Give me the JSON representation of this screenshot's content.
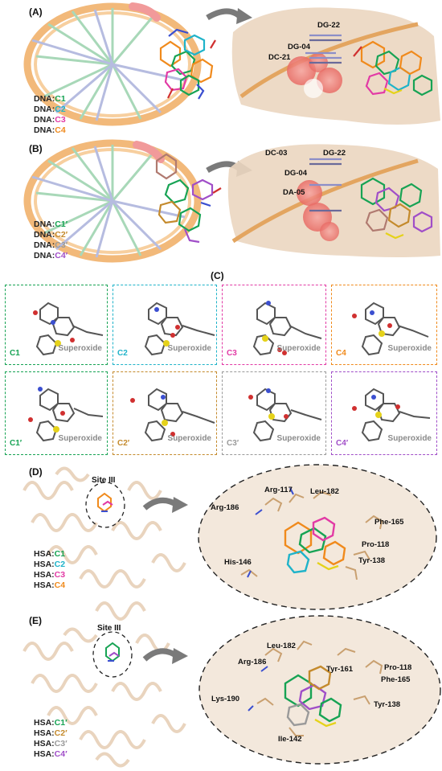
{
  "colors": {
    "C1": "#17a354",
    "C2": "#1fb3c9",
    "C3": "#e23aa5",
    "C4": "#f08a1c",
    "C1p": "#17a354",
    "C2p": "#c48a2c",
    "C3p": "#9a9a9a",
    "C4p": "#a04ec8",
    "dna_backbone": "#f2b97a",
    "protein": "#e8d2bb"
  },
  "panelA": {
    "label": "(A)",
    "residues": [
      "DG-22",
      "DG-04",
      "DC-21"
    ],
    "legend": [
      {
        "prefix": "DNA:",
        "name": "C1"
      },
      {
        "prefix": "DNA:",
        "name": "C2"
      },
      {
        "prefix": "DNA:",
        "name": "C3"
      },
      {
        "prefix": "DNA:",
        "name": "C4"
      }
    ]
  },
  "panelB": {
    "label": "(B)",
    "residues": [
      "DC-03",
      "DG-22",
      "DG-04",
      "DA-05"
    ],
    "legend": [
      {
        "prefix": "DNA:",
        "name": "C1′"
      },
      {
        "prefix": "DNA:",
        "name": "C2′"
      },
      {
        "prefix": "DNA:",
        "name": "C3′"
      },
      {
        "prefix": "DNA:",
        "name": "C4′"
      }
    ]
  },
  "panelC": {
    "label": "(C)",
    "superoxide": "Superoxide",
    "boxes": [
      "C1",
      "C2",
      "C3",
      "C4",
      "C1′",
      "C2′",
      "C3′",
      "C4′"
    ]
  },
  "panelD": {
    "label": "(D)",
    "site": "Site III",
    "residues": [
      "Arg-117",
      "Leu-182",
      "Arg-186",
      "Phe-165",
      "Pro-118",
      "Tyr-138",
      "His-146"
    ],
    "legend": [
      {
        "prefix": "HSA:",
        "name": "C1"
      },
      {
        "prefix": "HSA:",
        "name": "C2"
      },
      {
        "prefix": "HSA:",
        "name": "C3"
      },
      {
        "prefix": "HSA:",
        "name": "C4"
      }
    ]
  },
  "panelE": {
    "label": "(E)",
    "site": "Site III",
    "residues": [
      "Leu-182",
      "Arg-186",
      "Tyr-161",
      "Pro-118",
      "Phe-165",
      "Lys-190",
      "Tyr-138",
      "Ile-142"
    ],
    "legend": [
      {
        "prefix": "HSA:",
        "name": "C1′"
      },
      {
        "prefix": "HSA:",
        "name": "C2′"
      },
      {
        "prefix": "HSA:",
        "name": "C3′"
      },
      {
        "prefix": "HSA:",
        "name": "C4′"
      }
    ]
  }
}
